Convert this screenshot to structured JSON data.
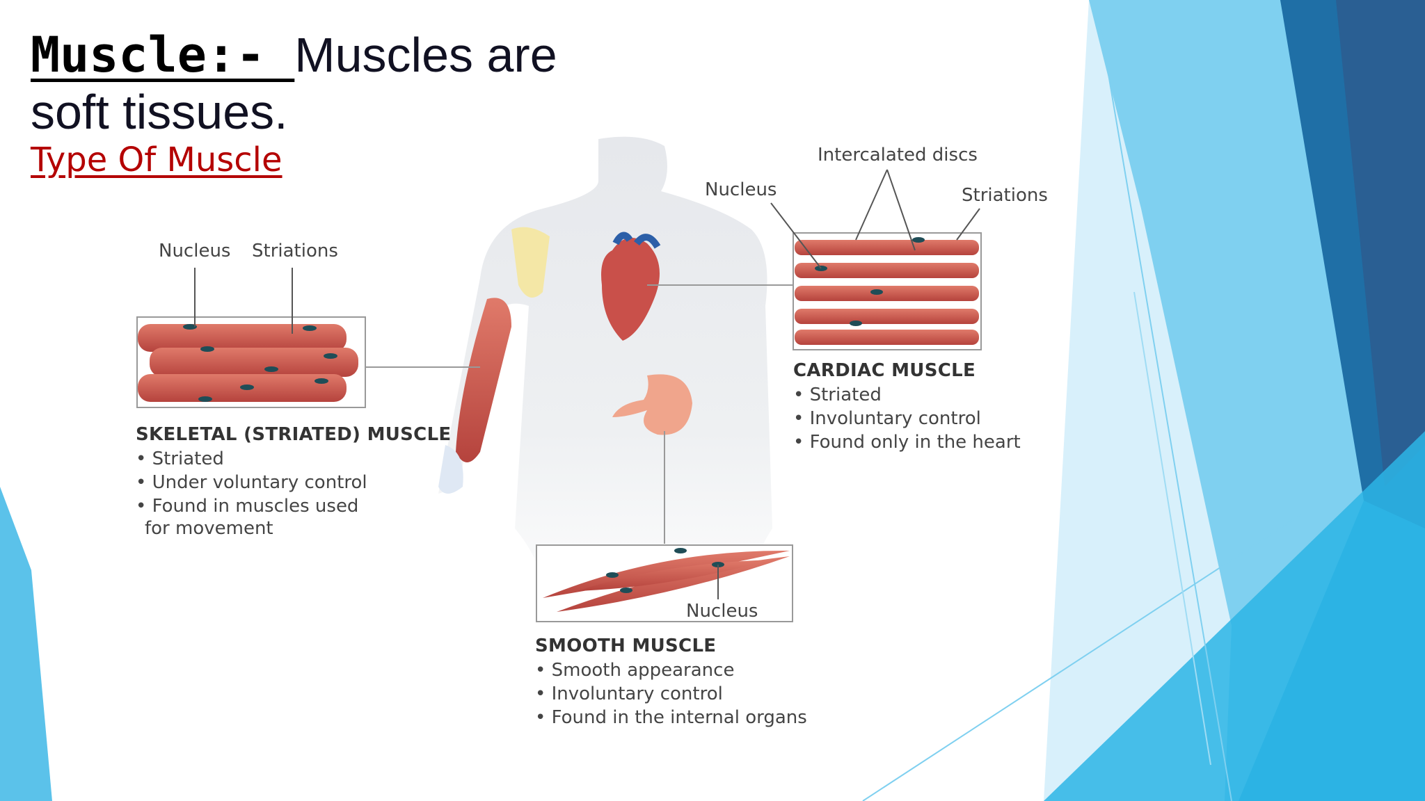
{
  "slide": {
    "title_lead": "Muscle:- ",
    "title_rest": "Muscles are soft tissues.",
    "subtitle": "Type Of Muscle"
  },
  "diagram": {
    "skeletal": {
      "label_nucleus": "Nucleus",
      "label_striations": "Striations",
      "heading": "SKELETAL (STRIATED) MUSCLE",
      "bullets": [
        "Striated",
        "Under voluntary control",
        "Found in muscles used"
      ],
      "bullet_continuation": "for movement"
    },
    "cardiac": {
      "label_intercalated": "Intercalated discs",
      "label_nucleus": "Nucleus",
      "label_striations": "Striations",
      "heading": "CARDIAC MUSCLE",
      "bullets": [
        "Striated",
        "Involuntary control",
        "Found only in the heart"
      ]
    },
    "smooth": {
      "label_nucleus": "Nucleus",
      "heading": "SMOOTH MUSCLE",
      "bullets": [
        "Smooth appearance",
        "Involuntary control",
        "Found in the internal organs"
      ]
    }
  },
  "colors": {
    "accent_light": "#7fd0f0",
    "accent_mid": "#29a9df",
    "accent_dark": "#1f6fa6",
    "muscle": "#c9504a",
    "title_underline_text": "#b40000"
  }
}
